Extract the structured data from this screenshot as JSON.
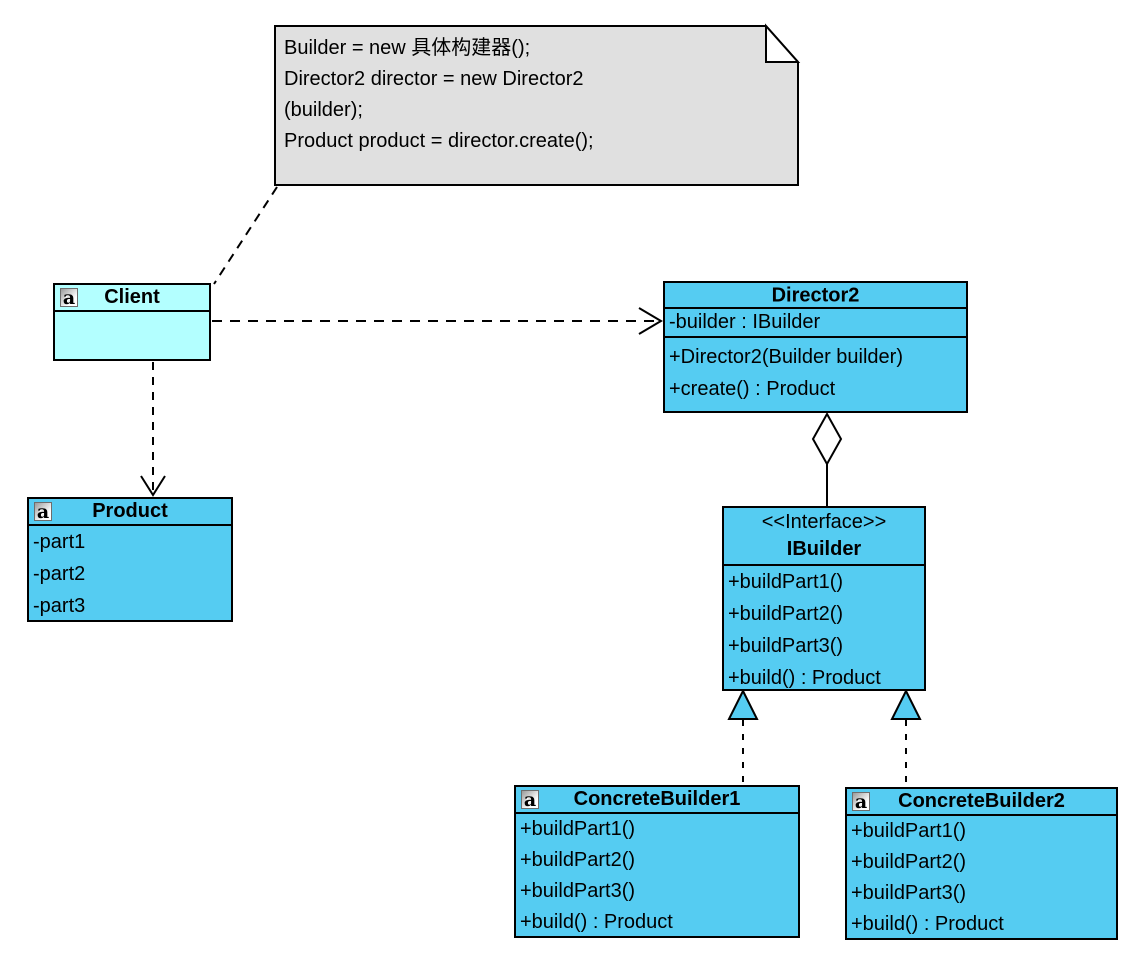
{
  "note": {
    "lines": [
      "Builder = new 具体构建器();",
      "Director2 director = new Director2",
      "(builder);",
      "Product product = director.create();"
    ]
  },
  "classes": {
    "client": {
      "icon": "a",
      "name": "Client"
    },
    "director2": {
      "name": "Director2",
      "attributes": [
        "-builder : IBuilder"
      ],
      "methods": [
        "+Director2(Builder builder)",
        "+create() : Product"
      ]
    },
    "product": {
      "icon": "a",
      "name": "Product",
      "attributes": [
        "-part1",
        "-part2",
        "-part3"
      ]
    },
    "ibuilder": {
      "stereotype": "<<Interface>>",
      "name": "IBuilder",
      "methods": [
        "+buildPart1()",
        "+buildPart2()",
        "+buildPart3()",
        "+build() : Product"
      ]
    },
    "concretebuilder1": {
      "icon": "a",
      "name": "ConcreteBuilder1",
      "methods": [
        "+buildPart1()",
        "+buildPart2()",
        "+buildPart3()",
        "+build() : Product"
      ]
    },
    "concretebuilder2": {
      "icon": "a",
      "name": "ConcreteBuilder2",
      "methods": [
        "+buildPart1()",
        "+buildPart2()",
        "+buildPart3()",
        "+build() : Product"
      ]
    }
  },
  "relationships": [
    {
      "type": "note-anchor",
      "from": "note",
      "to": "Client"
    },
    {
      "type": "dependency",
      "from": "Client",
      "to": "Director2"
    },
    {
      "type": "dependency",
      "from": "Client",
      "to": "Product"
    },
    {
      "type": "aggregation",
      "from": "Director2",
      "to": "IBuilder"
    },
    {
      "type": "realization",
      "from": "ConcreteBuilder1",
      "to": "IBuilder"
    },
    {
      "type": "realization",
      "from": "ConcreteBuilder2",
      "to": "IBuilder"
    }
  ],
  "colors": {
    "class_fill": "#55CCF2",
    "client_fill": "#B3FFFF",
    "note_fill": "#E0E0E0",
    "border": "#000000",
    "background": "#FFFFFF"
  }
}
